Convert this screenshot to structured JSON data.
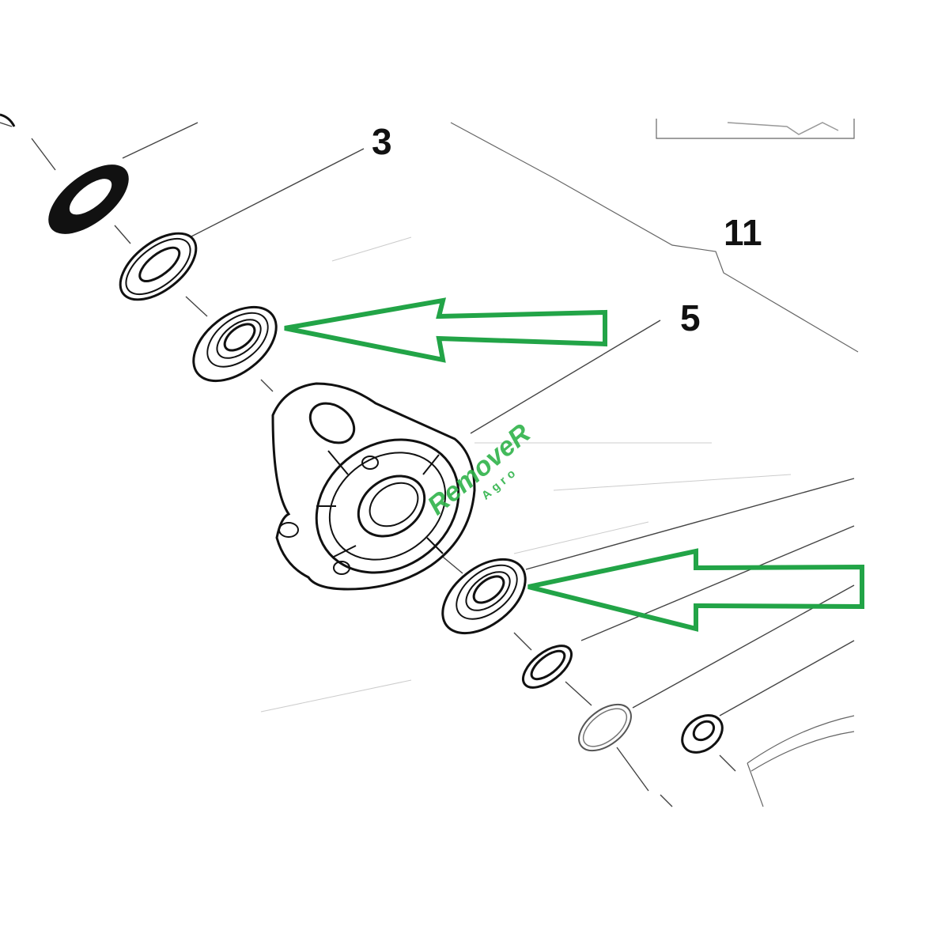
{
  "callouts": {
    "label_3": "3",
    "label_11": "11",
    "label_5": "5"
  },
  "watermark": {
    "brand": "RemoveR",
    "sub": "Agro"
  },
  "colors": {
    "arrow": "#22a447",
    "watermark": "#2fb34a",
    "line": "#111111"
  }
}
